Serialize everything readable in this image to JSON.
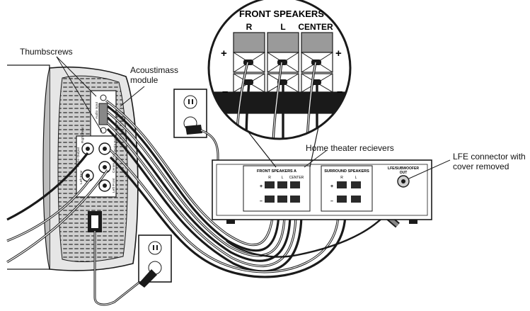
{
  "callouts": {
    "thumbscrews": "Thumbscrews",
    "acoustimass_line1": "Acoustimass",
    "acoustimass_line2": "module",
    "home_theater": "Home theater recievers",
    "lfe_line1": "LFE connector with",
    "lfe_line2": "cover removed"
  },
  "zoom_panel": {
    "title": "FRONT SPEAKERS",
    "channels": [
      "R",
      "L",
      "CENTER"
    ],
    "plus": "+",
    "minus": "–"
  },
  "receiver": {
    "front_group_label": "FRONT SPEAKERS A",
    "front_channels": [
      "R",
      "L",
      "CENTER"
    ],
    "surround_group_label": "SURROUND SPEAKERS",
    "surround_channels": [
      "R",
      "L"
    ],
    "lfe_label_line1": "LFE/SUBWOOFER",
    "lfe_label_line2": "OUT",
    "plus": "+",
    "minus": "–"
  },
  "module_panel": {
    "audio_input": "Audio input",
    "right_rear": "Right Rear",
    "right_front": "Right Front",
    "center_front": "Center Front",
    "left_front": "Left Front",
    "left_rear": "Left Rear",
    "audio_output": "Audio Output"
  },
  "colors": {
    "line": "#1a1a1a",
    "panel": "#d9d9d9",
    "dark": "#2a2a2a",
    "white": "#ffffff"
  }
}
